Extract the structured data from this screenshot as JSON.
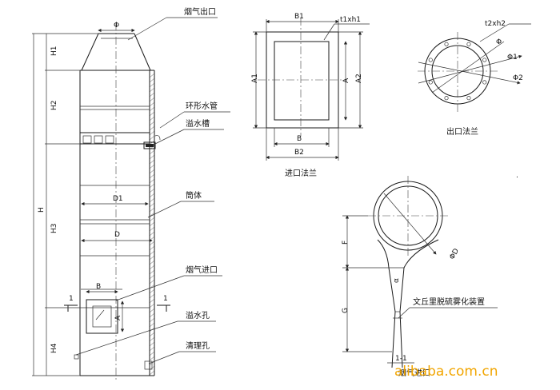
{
  "drawing": {
    "labels": {
      "outlet_top": "烟气出口",
      "phi": "Φ",
      "ring_pipe": "环形水管",
      "overflow_tank": "溢水槽",
      "shell": "筒体",
      "flue_inlet": "烟气进口",
      "overflow_hole": "溢水孔",
      "cleanout_hole": "清理孔",
      "h1": "H1",
      "h2": "H2",
      "h3": "H3",
      "h4": "H4",
      "h": "H",
      "d1": "D1",
      "d": "D",
      "b_small": "B",
      "a_small": "A",
      "sec1_left": "1",
      "sec1_right": "1",
      "inlet_b1": "B1",
      "inlet_t1": "t1xh1",
      "inlet_a1": "A1",
      "inlet_a": "A",
      "inlet_a2": "A2",
      "inlet_b": "B",
      "inlet_b2": "B2",
      "inlet_flange": "进口法兰",
      "out_t2": "t2xh2",
      "out_phi": "Φ",
      "out_phi1": "Φ1",
      "out_phi2": "Φ2",
      "outlet_flange": "出口法兰",
      "f": "F",
      "g": "G",
      "phi_d": "ΦD",
      "angle": "α",
      "venturi": "文丘里脱硫雾化装置",
      "section_1_1": "1-1",
      "flue_inlet_bottom": "烟气进口"
    },
    "watermark": "alibaba.com.cn"
  }
}
